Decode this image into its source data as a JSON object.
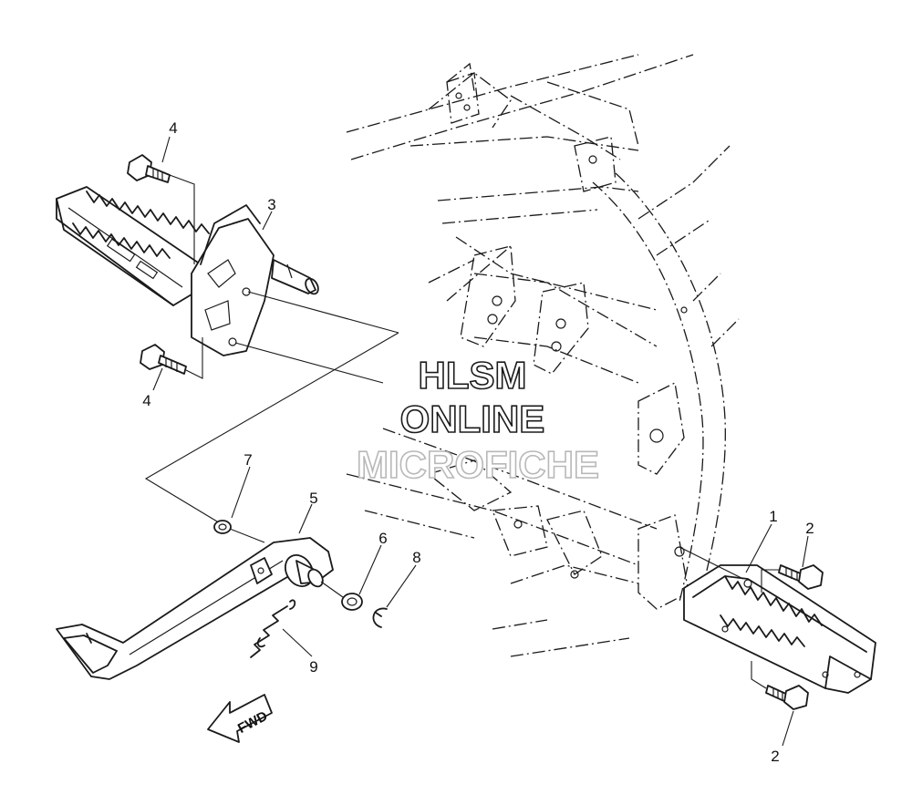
{
  "callouts": {
    "p1": "1",
    "p2_top": "2",
    "p2_bottom": "2",
    "p3": "3",
    "p4_top": "4",
    "p4_bottom": "4",
    "p5": "5",
    "p6": "6",
    "p7": "7",
    "p8": "8",
    "p9": "9"
  },
  "watermark": {
    "line1": "HLSM",
    "line2": "ONLINE",
    "line3": "MICROFICHE"
  },
  "direction_arrow": {
    "label": "FWD"
  }
}
